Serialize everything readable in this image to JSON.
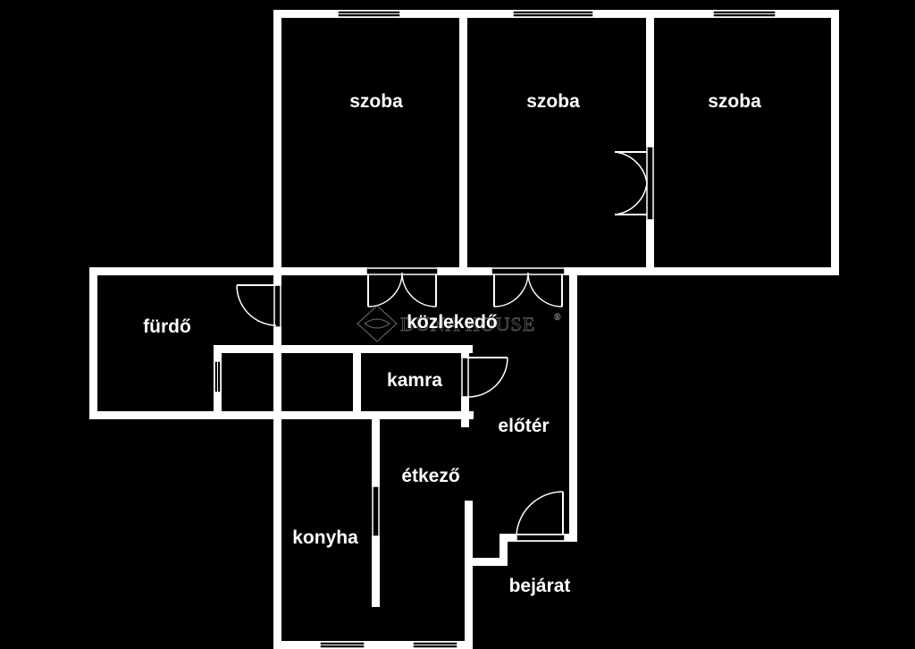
{
  "colors": {
    "background": "#000000",
    "wall": "#ffffff",
    "label": "#ffffff",
    "watermark": "#aaaaaa"
  },
  "rooms": {
    "szoba_1": "szoba",
    "szoba_2": "szoba",
    "szoba_3": "szoba",
    "furdo": "fürdő",
    "kozlekedo": "közlekedő",
    "kamra": "kamra",
    "eloter": "előtér",
    "etkezo": "étkező",
    "konyha": "konyha",
    "bejarat": "bejárat"
  },
  "watermark": {
    "text": "DUNA HOUSE",
    "mark": "®",
    "icon": "duna-house-logo-icon"
  }
}
